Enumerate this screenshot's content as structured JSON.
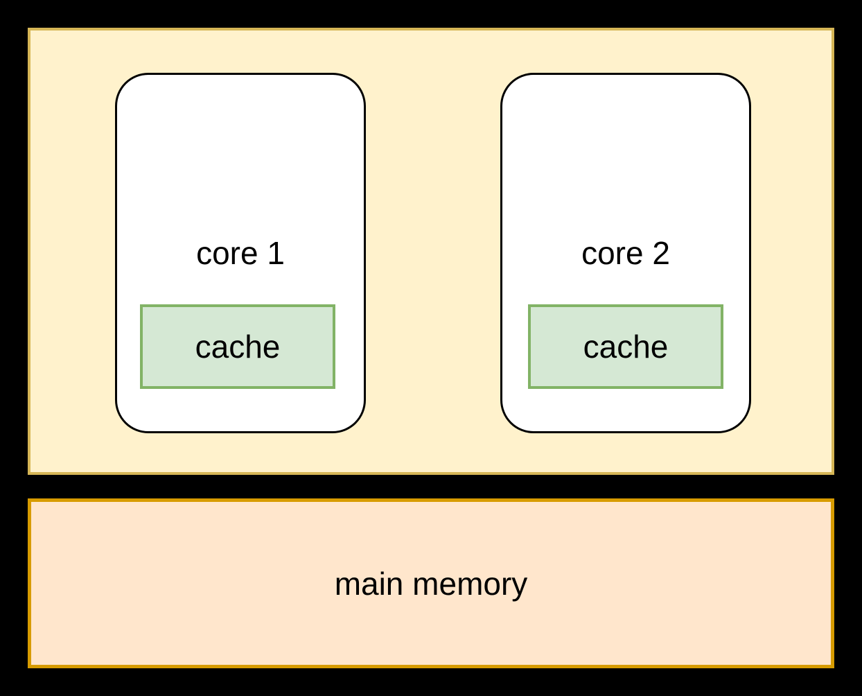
{
  "diagram": {
    "type": "cpu-memory-block-diagram",
    "cpu": {
      "cores": [
        {
          "label": "core 1",
          "cache": {
            "label": "cache"
          }
        },
        {
          "label": "core 2",
          "cache": {
            "label": "cache"
          }
        }
      ]
    },
    "memory": {
      "label": "main memory"
    }
  },
  "colors": {
    "background": "#000000",
    "cpu_fill": "#fff2cc",
    "cpu_border": "#d6b656",
    "core_fill": "#ffffff",
    "core_border": "#000000",
    "cache_fill": "#d5e8d4",
    "cache_border": "#82b366",
    "memory_fill": "#ffe6cc",
    "memory_border": "#d79b00",
    "text": "#000000"
  }
}
